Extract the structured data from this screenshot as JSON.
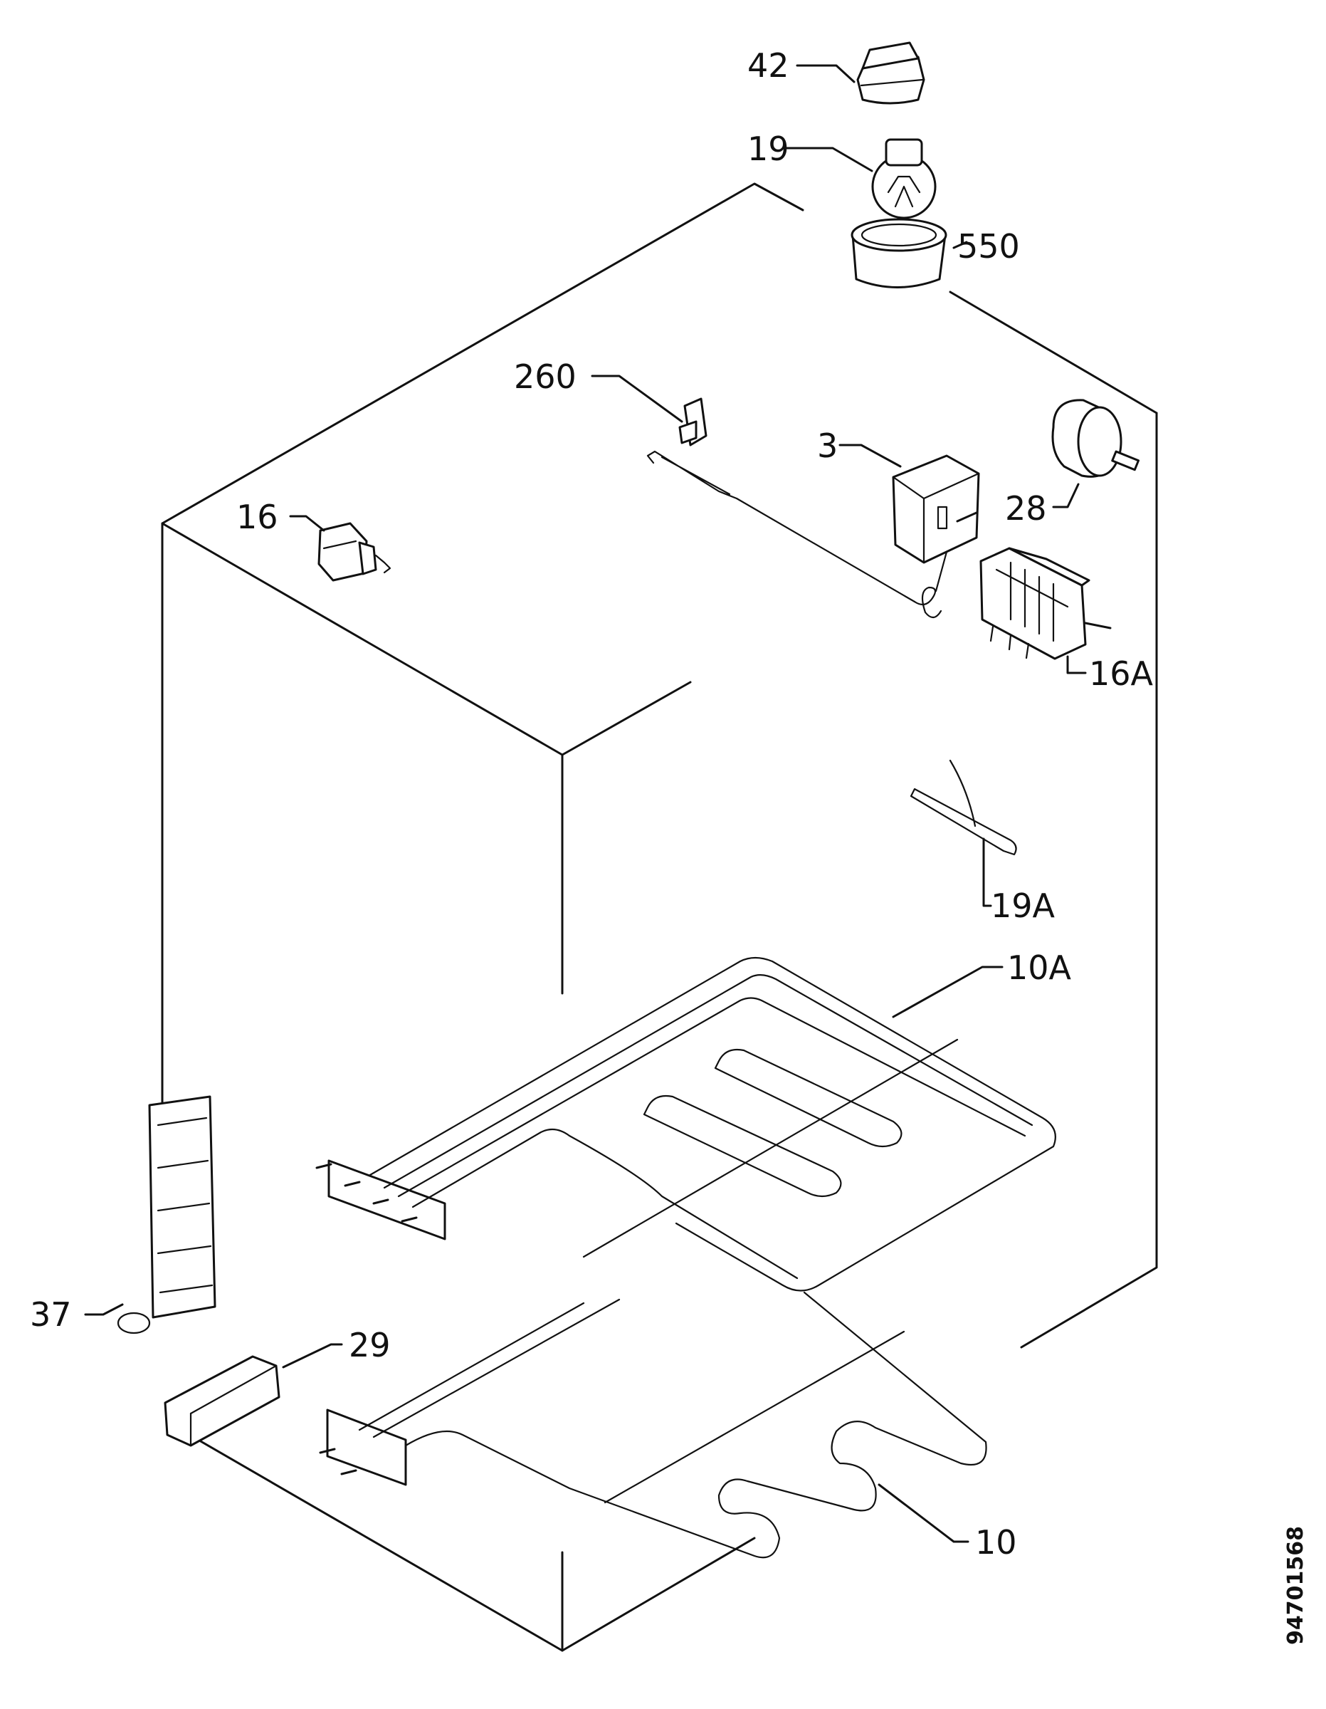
{
  "labels": {
    "p42": "42",
    "p19": "19",
    "p550": "550",
    "p260": "260",
    "p3": "3",
    "p28": "28",
    "p16": "16",
    "p16a": "16A",
    "p19a": "19A",
    "p10a": "10A",
    "p37": "37",
    "p29": "29",
    "p10": "10"
  },
  "document_number": "94701568"
}
